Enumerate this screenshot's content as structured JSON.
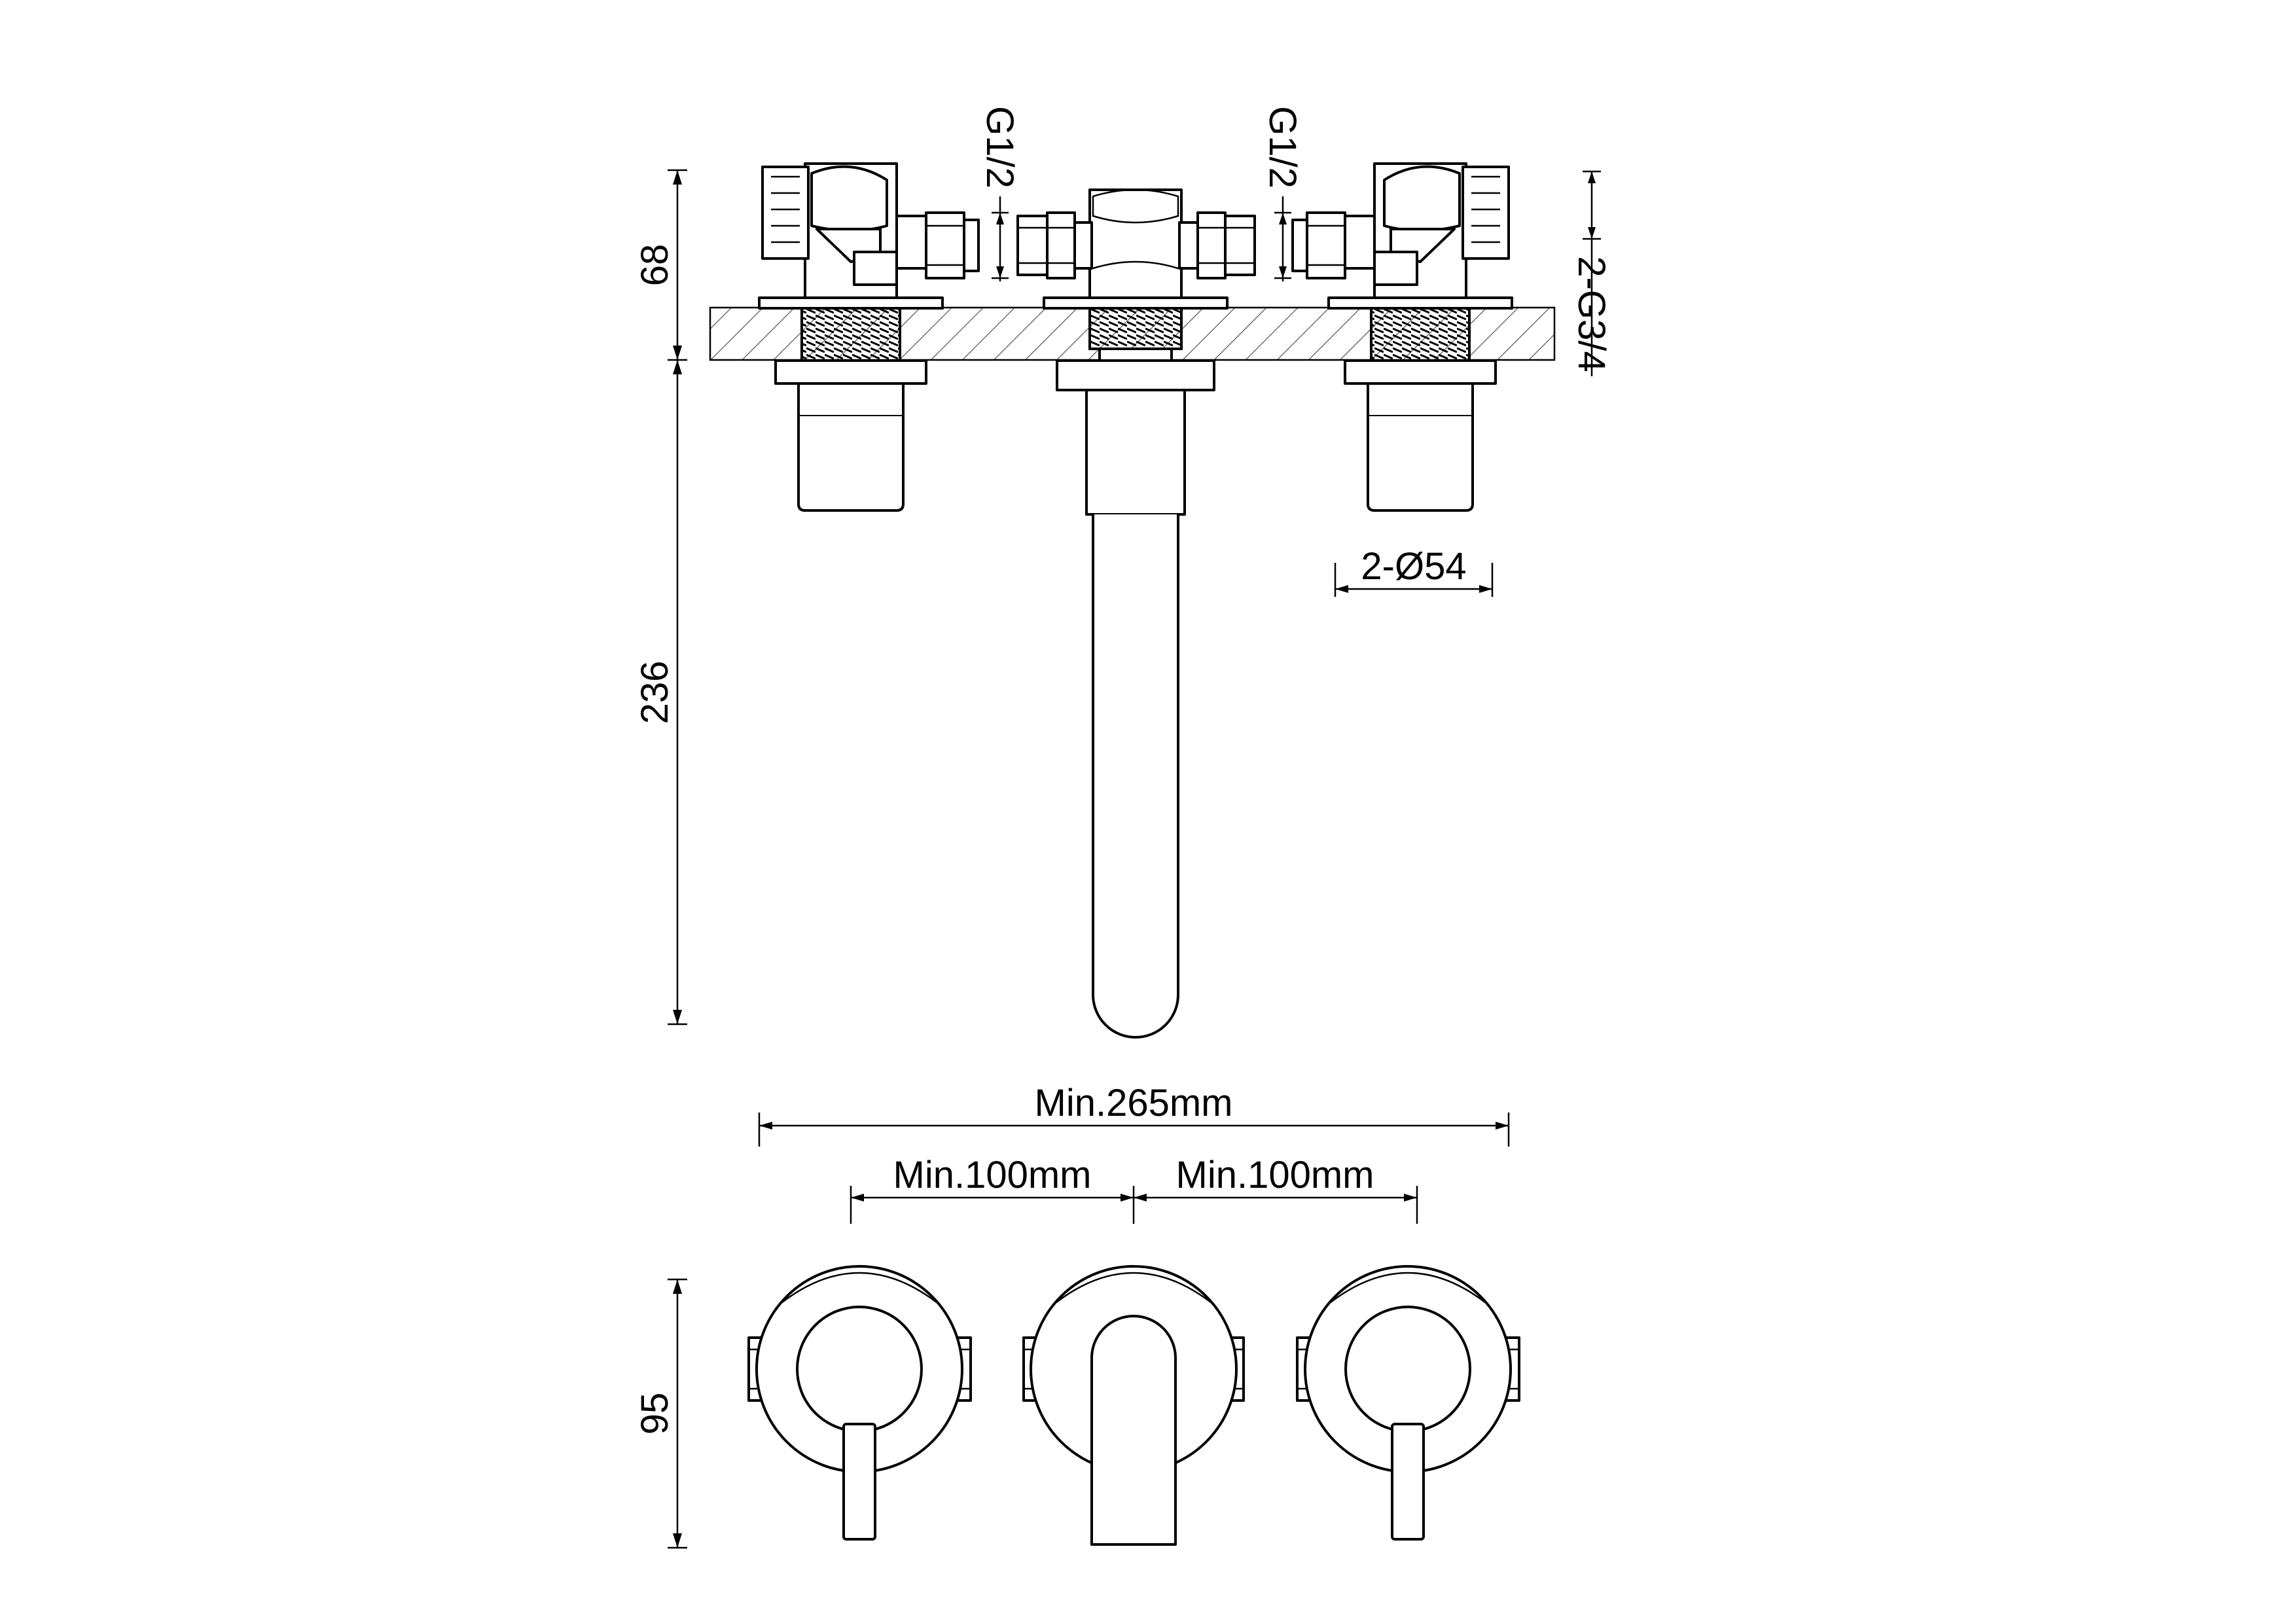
{
  "dimensions": {
    "h68": "68",
    "h236": "236",
    "h95": "95",
    "g12_left": "G1/2",
    "g12_right": "G1/2",
    "g34": "2-G3/4",
    "dia54": "2-Ø54",
    "min265": "Min.265mm",
    "min100_left": "Min.100mm",
    "min100_right": "Min.100mm"
  },
  "colors": {
    "line": "#000000",
    "background": "#ffffff",
    "hatch": "#555555"
  }
}
